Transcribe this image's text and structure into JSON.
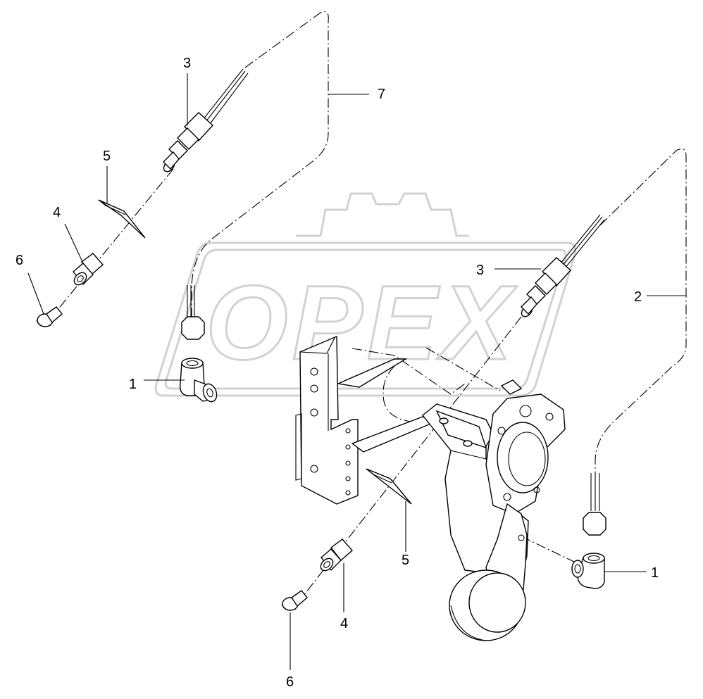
{
  "watermark": {
    "text": "OPEX",
    "color": "#d2d2d2"
  },
  "callouts": {
    "c1_left": "1",
    "c1_right": "1",
    "c2": "2",
    "c3_top": "3",
    "c3_right": "3",
    "c4_left": "4",
    "c4_bottom": "4",
    "c5_top": "5",
    "c5_bottom": "5",
    "c6_left": "6",
    "c6_bottom": "6",
    "c7": "7"
  },
  "colors": {
    "line": "#000000",
    "background": "#ffffff"
  }
}
